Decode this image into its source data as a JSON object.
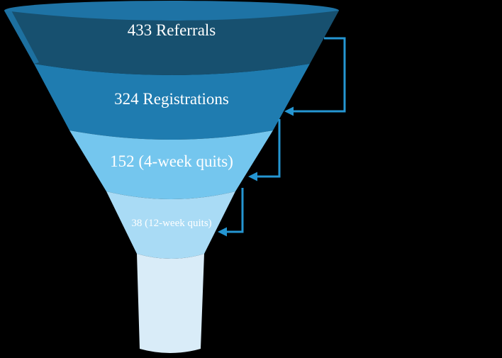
{
  "background_color": "#000000",
  "colors": {
    "top_ellipse": "#1E73A5",
    "segment_referrals": "#17506F",
    "segment_registrations": "#1F7CB0",
    "segment_4_week_quits": "#74C6EE",
    "segment_12_week_quits": "#A9DBF5",
    "stem": "#D9ECF8",
    "arrow": "#2596D2",
    "label_text": "#FFFFFF"
  },
  "chart_data": {
    "type": "funnel",
    "title": "",
    "stages": [
      {
        "label": "Referrals",
        "value": 433,
        "display": "433 Referrals"
      },
      {
        "label": "Registrations",
        "value": 324,
        "display": "324 Registrations"
      },
      {
        "label": "4-week quits",
        "value": 152,
        "display": "152 (4-week quits)"
      },
      {
        "label": "12-week quits",
        "value": 38,
        "display": "38 (12-week quits)"
      }
    ],
    "annotations": [
      {
        "type": "elbow-arrow",
        "from_stage": "Referrals",
        "to_stage": "Registrations"
      },
      {
        "type": "elbow-arrow",
        "from_stage": "Registrations",
        "to_stage": "4-week quits"
      },
      {
        "type": "elbow-arrow",
        "from_stage": "4-week quits",
        "to_stage": "12-week quits"
      }
    ],
    "legend": "none",
    "orientation": "inverted-cone-with-stem"
  }
}
